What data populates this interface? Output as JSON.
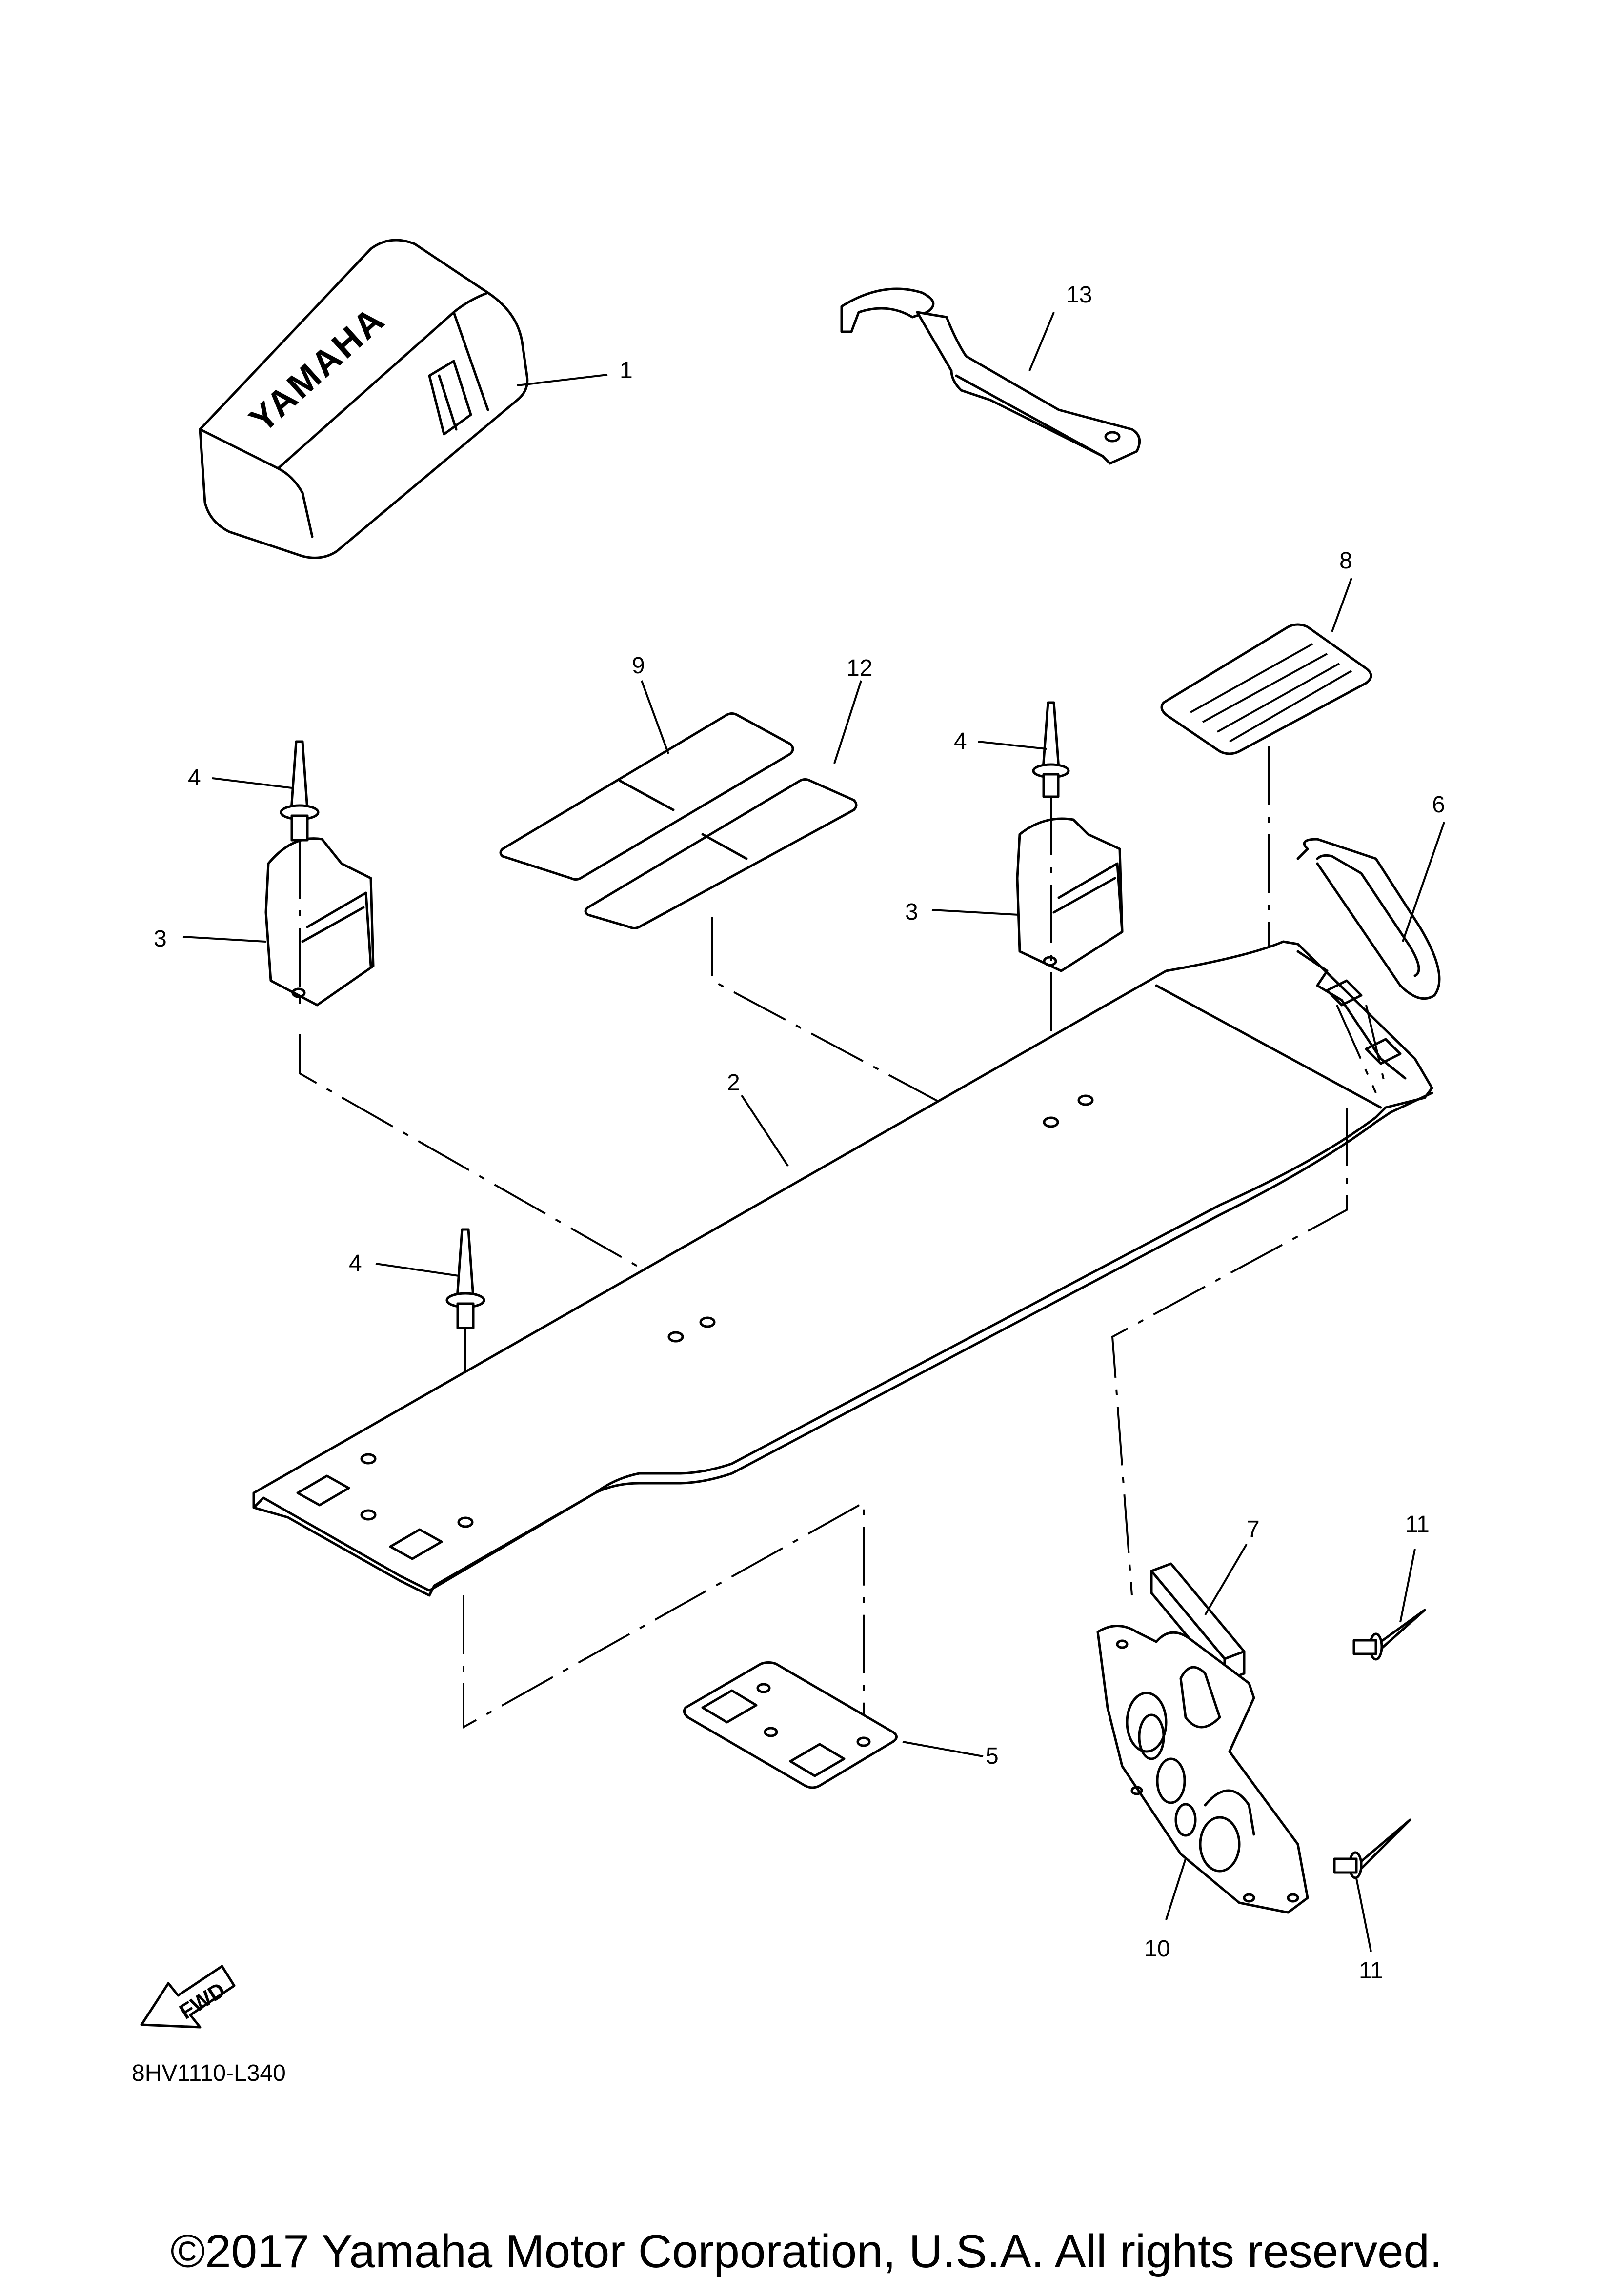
{
  "diagram": {
    "figure_code": "8HV1110-L340",
    "fwd_label": "FWD",
    "logo_text": "YAMAHA",
    "callouts": [
      "1",
      "2",
      "3",
      "3",
      "4",
      "4",
      "4",
      "5",
      "6",
      "7",
      "8",
      "9",
      "10",
      "11",
      "11",
      "12",
      "13"
    ]
  },
  "footer": {
    "copyright": "©2017 Yamaha Motor Corporation, U.S.A. All rights reserved."
  }
}
